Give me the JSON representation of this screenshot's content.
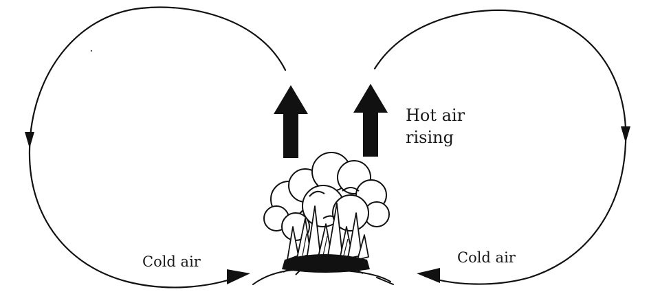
{
  "labels": {
    "hot_air_line1": "Hot air",
    "hot_air_line2": "rising",
    "cold_air_left": "Cold air",
    "cold_air_right": "Cold air"
  },
  "icons": [
    "fire-icon",
    "smoke-cloud-icon",
    "up-arrow-icon",
    "circulation-arrow-icon"
  ],
  "colors": {
    "ink": "#111111",
    "background": "#ffffff"
  }
}
